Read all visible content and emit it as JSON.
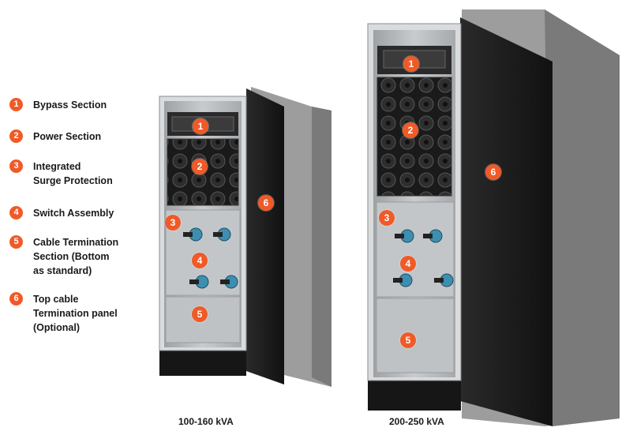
{
  "legend": [
    {
      "number": "1",
      "label": "Bypass Section"
    },
    {
      "number": "2",
      "label": "Power Section"
    },
    {
      "number": "3",
      "label": "Integrated\nSurge Protection"
    },
    {
      "number": "4",
      "label": "Switch Assembly"
    },
    {
      "number": "5",
      "label": "Cable Termination\nSection (Bottom\nas standard)"
    },
    {
      "number": "6",
      "label": "Top cable\nTermination panel\n(Optional)"
    }
  ],
  "cabinets": [
    {
      "caption": "100-160 kVA",
      "callouts": [
        "1",
        "2",
        "3",
        "4",
        "5",
        "6"
      ]
    },
    {
      "caption": "200-250 kVA",
      "callouts": [
        "1",
        "2",
        "3",
        "4",
        "5",
        "6"
      ]
    }
  ],
  "colors": {
    "accent": "#f05a28",
    "cabinet_body": "#1b1b1b",
    "panel": "#b9bcbf",
    "overlay": "#8a8a8a"
  }
}
